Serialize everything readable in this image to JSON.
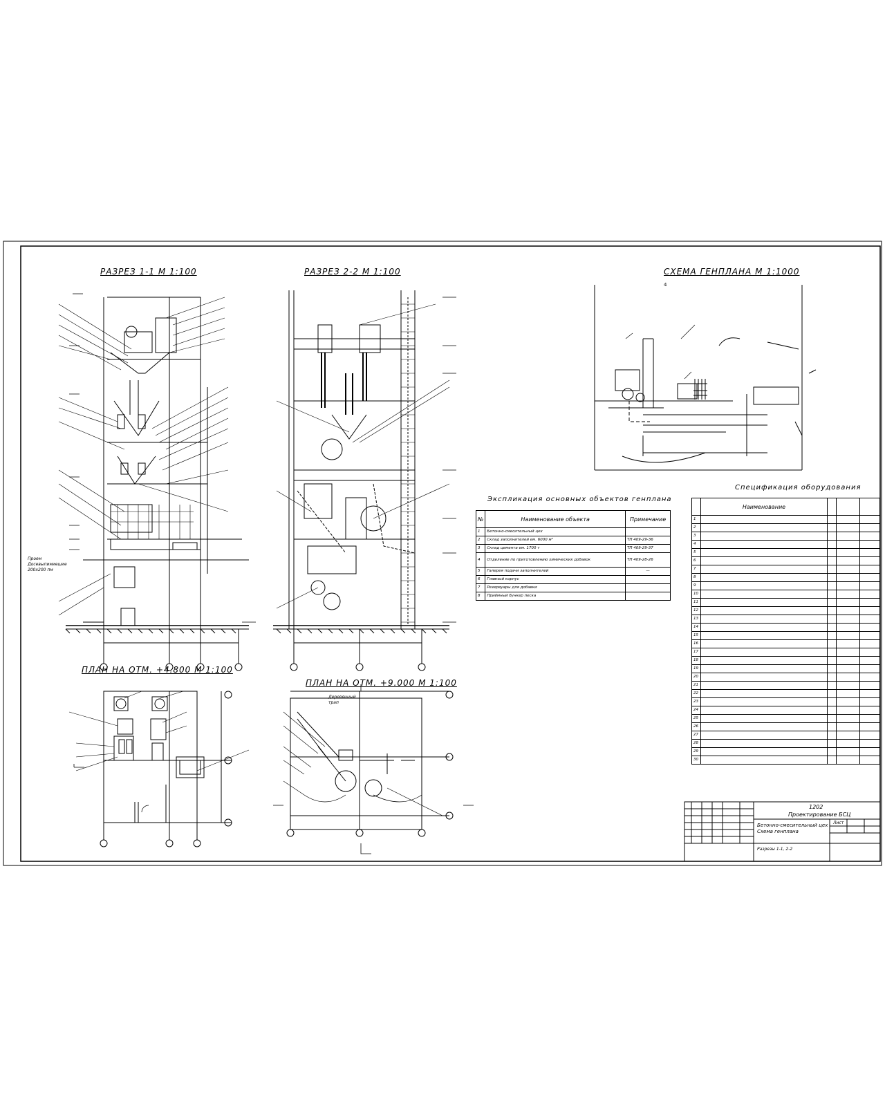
{
  "sheet": {
    "titles": {
      "section_1_1": "РАЗРЕЗ 1-1 М 1:100",
      "section_2_2": "РАЗРЕЗ 2-2 М 1:100",
      "site_plan": "СХЕМА ГЕНПЛАНА М 1:1000",
      "plan_4800": "ПЛАН НА ОТМ. +4.800 М 1:100",
      "plan_9000": "ПЛАН НА ОТМ. +9.000 М 1:100"
    },
    "labels": {
      "pit_note": "Проем\nДосевыпимиешие\n200х200 пм",
      "tree_label": "Деревянный\nтрап",
      "genplan_north": "4"
    },
    "explication": {
      "title": "Экспликация основных объектов генплана",
      "headers": [
        "№",
        "Наименование объекта",
        "Примечание"
      ],
      "rows": [
        [
          "1",
          "Бетонно-смесительный цех",
          ""
        ],
        [
          "2",
          "Склад заполнителей ем. 6000 м³",
          "ТП 409-29-36"
        ],
        [
          "3",
          "Склад цемента ем. 1700 т",
          "ТП 409-29-37"
        ],
        [
          "4",
          "Отделение по приготовлению химических добавок",
          "ТП 409-28-26"
        ],
        [
          "5",
          "Галерея подачи заполнителей",
          "—"
        ],
        [
          "6",
          "Главный корпус",
          ""
        ],
        [
          "7",
          "Резервуары для добавки",
          ""
        ],
        [
          "8",
          "Приёмный бункер песка",
          ""
        ]
      ]
    },
    "specification": {
      "title": "Спецификация оборудования",
      "header": "Наименование",
      "rows": [
        "1",
        "2",
        "3",
        "4",
        "5",
        "6",
        "7",
        "8",
        "9",
        "10",
        "11",
        "12",
        "13",
        "14",
        "15",
        "16",
        "17",
        "18",
        "19",
        "20",
        "21",
        "22",
        "23",
        "24",
        "25",
        "26",
        "27",
        "28",
        "29",
        "30"
      ]
    },
    "title_block": {
      "code": "1202",
      "subtitle": "Проектирование БСЦ",
      "name": "Бетонно-смесительный цех\nСхема генплана",
      "stage": "Разрезы 1-1, 2-2",
      "sheet_label": "Лист"
    }
  }
}
